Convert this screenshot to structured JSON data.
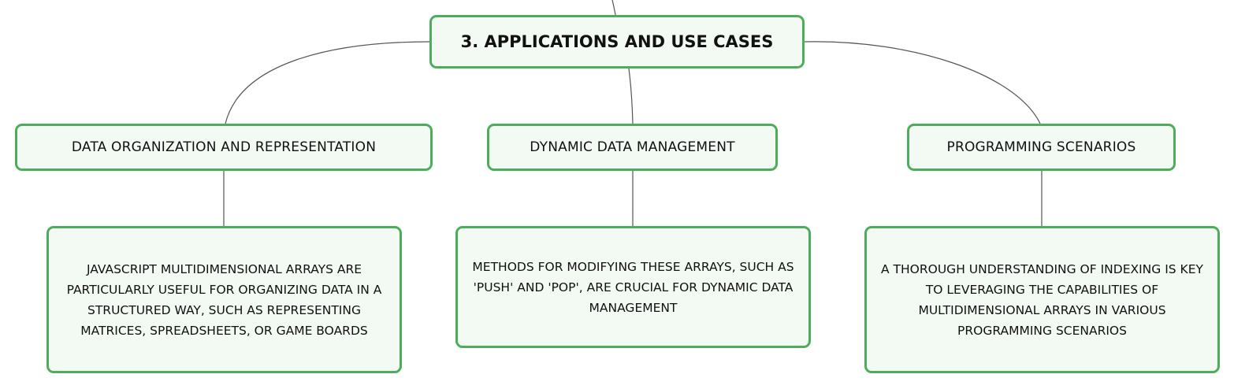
{
  "root": {
    "label": "3. APPLICATIONS AND USE CASES"
  },
  "branches": [
    {
      "label": "DATA ORGANIZATION AND REPRESENTATION",
      "detail": "JAVASCRIPT MULTIDIMENSIONAL ARRAYS ARE PARTICULARLY USEFUL FOR ORGANIZING DATA IN A STRUCTURED WAY, SUCH AS REPRESENTING MATRICES, SPREADSHEETS, OR GAME BOARDS"
    },
    {
      "label": "DYNAMIC DATA MANAGEMENT",
      "detail": "METHODS FOR MODIFYING THESE ARRAYS, SUCH AS 'PUSH' AND 'POP', ARE CRUCIAL FOR DYNAMIC DATA MANAGEMENT"
    },
    {
      "label": "PROGRAMMING SCENARIOS",
      "detail": "A THOROUGH UNDERSTANDING OF INDEXING IS KEY TO LEVERAGING THE CAPABILITIES OF MULTIDIMENSIONAL ARRAYS IN VARIOUS PROGRAMMING SCENARIOS"
    }
  ],
  "colors": {
    "node_border": "#4cae5b",
    "node_fill": "#f3faf4",
    "connector": "#555555",
    "text": "#111111"
  }
}
